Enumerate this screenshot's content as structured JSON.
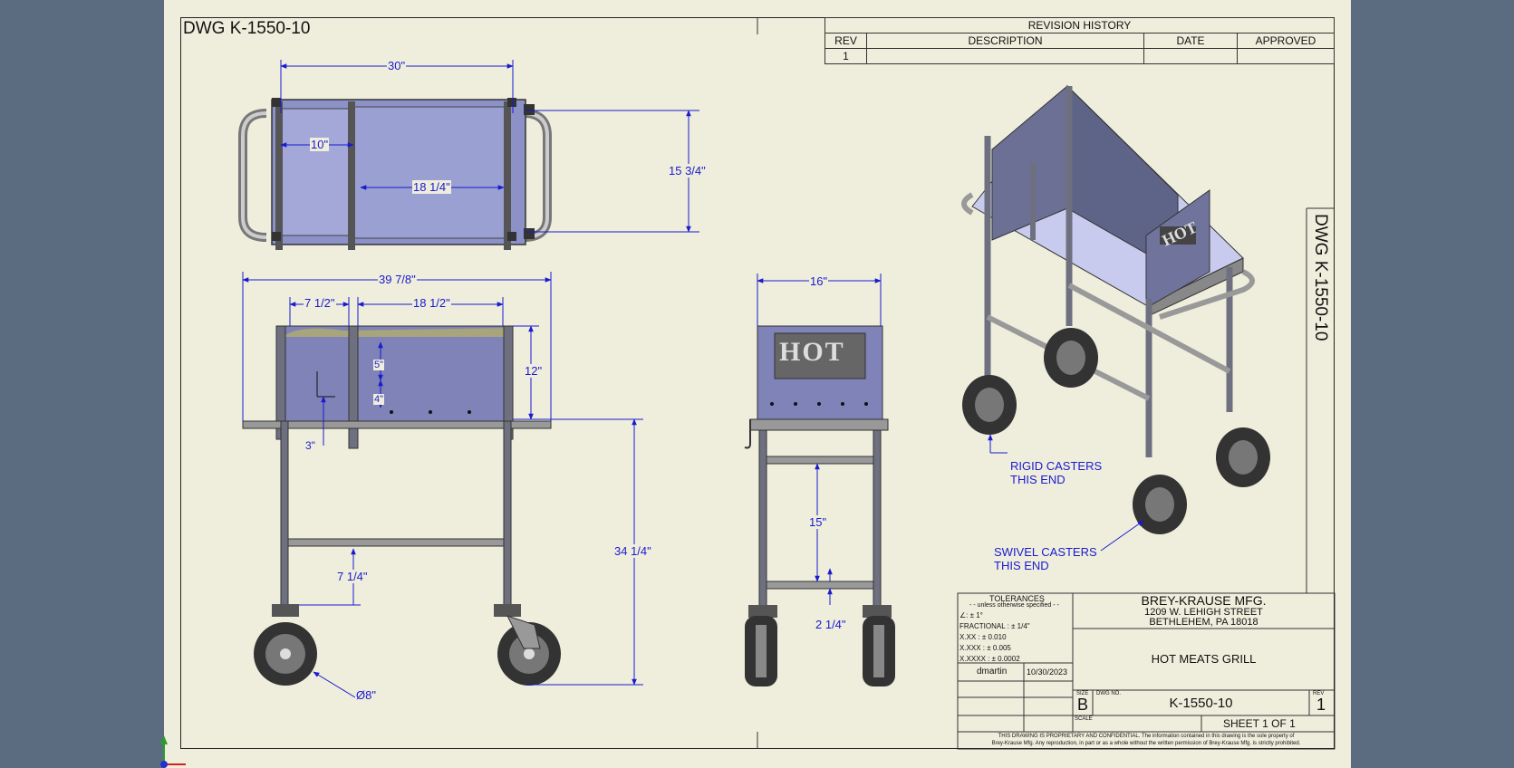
{
  "drawing": {
    "title_top_left": "DWG K-1550-10",
    "side_title": "DWG  K-1550-10"
  },
  "revision": {
    "header": "REVISION HISTORY",
    "columns": [
      "REV",
      "DESCRIPTION",
      "DATE",
      "APPROVED"
    ],
    "rows": [
      [
        "1",
        "",
        "",
        ""
      ]
    ]
  },
  "dimensions": {
    "top_width": "30\"",
    "top_left_section": "10\"",
    "top_inner": "18 1/4\"",
    "top_depth": "15 3/4\"",
    "front_overall": "39 7/8\"",
    "front_left": "7 1/2\"",
    "front_right": "18 1/2\"",
    "front_height_box": "12\"",
    "front_slot_1": "5\"",
    "front_slot_2": "4\"",
    "front_slot_3": "3\"",
    "front_table_height": "34 1/4\"",
    "front_lower_bar": "7 1/4\"",
    "wheel_dia": "Ø8\"",
    "side_width": "16\"",
    "side_bar": "15\"",
    "side_bottom": "2 1/4\""
  },
  "side_view": {
    "logo_text": "HOT"
  },
  "iso_view": {
    "logo_text": "HOT",
    "rigid_casters": [
      "RIGID CASTERS",
      "THIS END"
    ],
    "swivel_casters": [
      "SWIVEL CASTERS",
      "THIS END"
    ]
  },
  "title_block": {
    "tolerances_title": "TOLERANCES",
    "tolerances_sub": "- - unless otherwise specified - -",
    "tol_angle": ": ± 1°",
    "tol_fractional": "FRACTIONAL : ± 1/4\"",
    "tol_xx": "X.XX : ± 0.010",
    "tol_xxx": "X.XXX : ± 0.005",
    "tol_xxxx": "X.XXXX : ± 0.0002",
    "drawn_by": "dmartin",
    "drawn_date": "10/30/2023",
    "company": "BREY-KRAUSE MFG.",
    "address1": "1209 W. LEHIGH STREET",
    "address2": "BETHLEHEM, PA  18018",
    "part_name": "HOT MEATS GRILL",
    "size_label": "SIZE",
    "size": "B",
    "dwg_no_label": "DWG NO.",
    "dwg_no": "K-1550-10",
    "rev_label": "REV",
    "rev": "1",
    "scale_label": "SCALE",
    "sheet": "SHEET  1  OF 1",
    "proprietary_1": "THIS DRAWING IS PROPRIETARY AND CONFIDENTIAL. The information contained in this drawing is the sole property of",
    "proprietary_2": "Brey-Krause Mfg. Any reproduction, in part or as a whole without the written permission of Brey-Krause Mfg. is strictly prohibited."
  },
  "colors": {
    "sheet": "#efeedd",
    "background": "#5b6b80",
    "dimension": "#1a1ad0",
    "panel": "#8c92c8",
    "frame": "#6e7080"
  }
}
